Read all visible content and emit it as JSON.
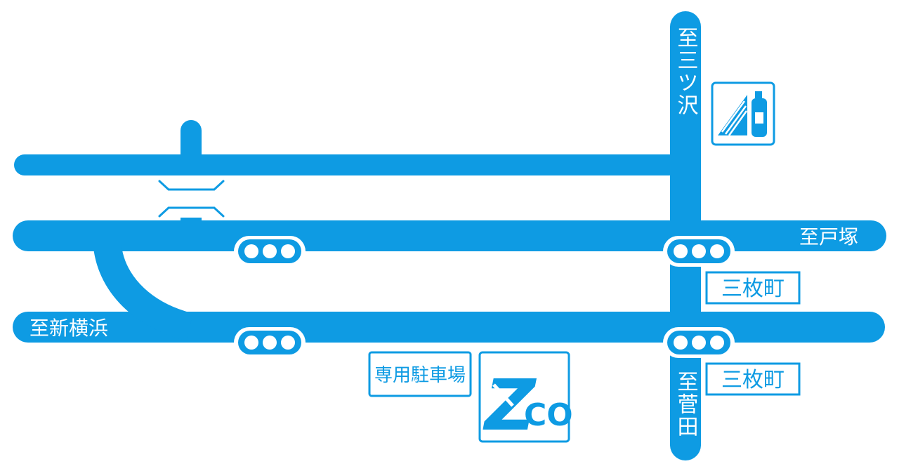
{
  "colors": {
    "road": "#0e9be3",
    "background": "#ffffff",
    "label_on_road": "#ffffff",
    "box_border": "#0e9be3",
    "box_text": "#0e9be3"
  },
  "labels": {
    "to_mitsuzawa": "至三ツ沢",
    "to_totsuka": "至戸塚",
    "to_shinyokohama": "至新横浜",
    "to_sugeta": "至菅田",
    "mimai_cho_upper": "三枚町",
    "mimai_cho_lower": "三枚町",
    "parking": "専用駐車場",
    "logo_text": "CO",
    "logo_letter": "Z"
  },
  "icons": {
    "store": "convenience-store-icon",
    "signal": "traffic-signal-icon",
    "bridge": "bridge-icon",
    "logo": "zco-logo-icon"
  }
}
